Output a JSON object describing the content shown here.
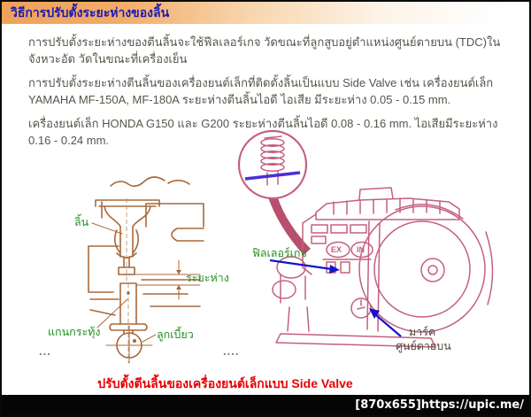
{
  "page": {
    "title": "วิธีการปรับตั้งระยะห่างของลิ้น",
    "watermark": "[870x655]https://upic.me/"
  },
  "content": {
    "paragraphs": [
      "การปรับตั้งระยะห่างของตีนลิ้นจะใช้ฟีลเลอร์เกจ วัดขณะที่ลูกสูบอยู่ตำแหน่งศูนย์ตายบน (TDC)ในจังหวะอัด วัดในขณะที่เครื่องเย็น",
      "การปรับตั้งระยะห่างตีนลิ้นของเครื่องยนต์เล็กที่ติดตั้งลิ้นเป็นแบบ Side Valve เช่น เครื่องยนต์เล็ก YAMAHA MF-150A, MF-180A ระยะห่างตีนลิ้นไอดี ไอเสีย มีระยะห่าง 0.05 - 0.15 mm.",
      "เครื่องยนต์เล็ก HONDA G150 และ G200 ระยะห่างตีนลิ้นไอดี 0.08 - 0.16 mm. ไอเสียมีระยะห่าง 0.16 - 0.24 mm."
    ],
    "caption": "ปรับตั้งตีนลิ้นของเครื่องยนต์เล็กแบบ Side Valve"
  },
  "valve_diagram": {
    "label_valve": "ลิ้น",
    "label_clearance": "ระยะห่าง",
    "label_pushrod": "แกนกระทุ้ง",
    "label_cam": "ลูกเบี้ยว",
    "ellipsis": "..."
  },
  "engine_diagram": {
    "label_feeler_gauge": "ฟิลเลอร์เกจ",
    "label_exhaust": "EX",
    "label_intake": "IN",
    "label_tdc_mark_line1": "มาร์ค",
    "label_tdc_mark_line2": "ศูนย์ตายบน",
    "ellipsis": "...."
  },
  "colors": {
    "title_text": "#1b1bb0",
    "title_bar_orange": "#efa258",
    "body_text": "#50584a",
    "diagram_label_green": "#1e9020",
    "valve_line_brown": "#a9683a",
    "engine_line_pink": "#c4607e",
    "arrow_blue": "#1414cc",
    "feeler_line_purple": "#4a2fd4",
    "caption_red": "#e60000"
  }
}
